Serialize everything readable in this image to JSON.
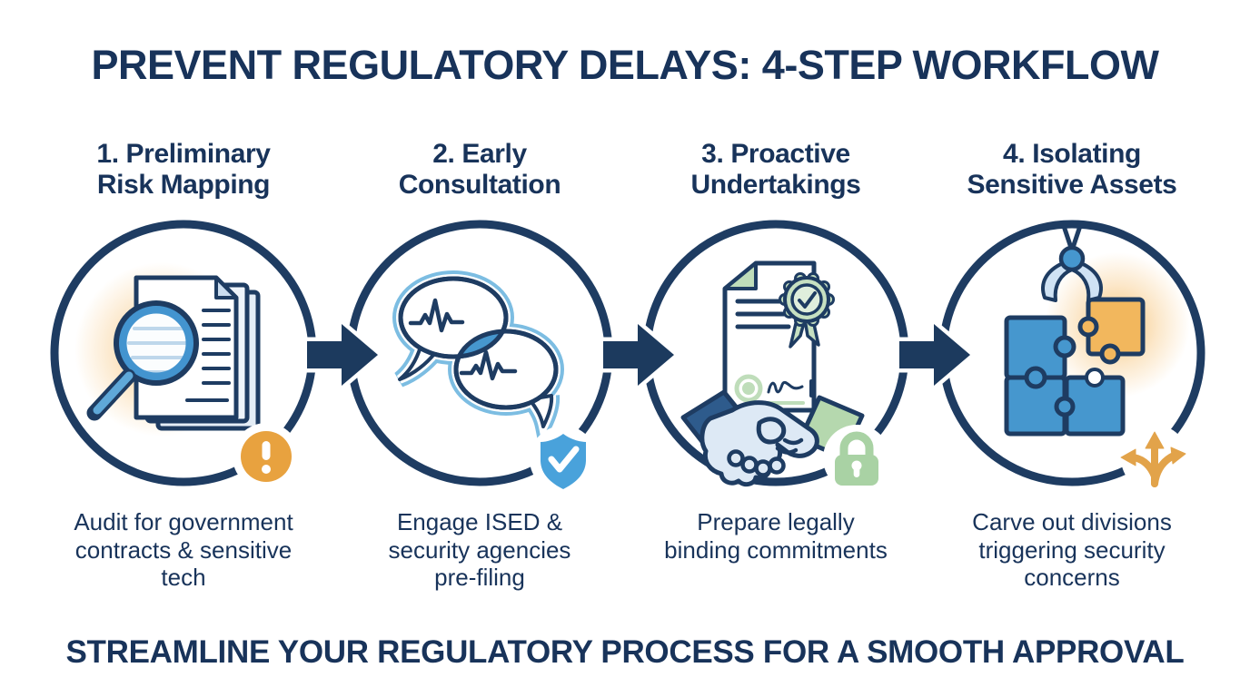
{
  "header": {
    "title": "PREVENT REGULATORY DELAYS: 4-STEP WORKFLOW"
  },
  "steps": [
    {
      "heading": "1. Preliminary\nRisk Mapping",
      "caption": "Audit for government\ncontracts & sensitive\ntech",
      "icon": "magnifier-documents-icon",
      "badge": "exclamation-badge-icon"
    },
    {
      "heading": "2. Early\nConsultation",
      "caption": "Engage ISED &\nsecurity agencies\npre-filing",
      "icon": "speech-bubbles-waveform-icon",
      "badge": "shield-check-badge-icon"
    },
    {
      "heading": "3. Proactive\nUndertakings",
      "caption": "Prepare legally\nbinding commitments",
      "icon": "handshake-certificate-icon",
      "badge": "lock-badge-icon"
    },
    {
      "heading": "4. Isolating\nSensitive Assets",
      "caption": "Carve out divisions\ntriggering security\nconcerns",
      "icon": "puzzle-crane-icon",
      "badge": "branch-arrows-badge-icon"
    }
  ],
  "footer": {
    "tagline": "STREAMLINE YOUR REGULATORY PROCESS FOR A SMOOTH APPROVAL"
  },
  "colors": {
    "navy": "#1E3C62",
    "text_navy": "#18335A",
    "orange": "#E8A23F",
    "glow_orange": "#F3AA3F",
    "mid_blue": "#4697CE",
    "light_blue_fill": "#DDE9F5",
    "pale_blue_line": "#BED7EB",
    "bubble_halo_blue": "#7CBDE2",
    "shield_blue": "#49A2DB",
    "green": "#A9D2A4",
    "pale_green": "#C6E0C1",
    "sleeve_navy": "#2E5B8C",
    "sleeve_green": "#B5D8AE",
    "puzzle_orange": "#F2B75D",
    "background": "#FFFFFF"
  }
}
